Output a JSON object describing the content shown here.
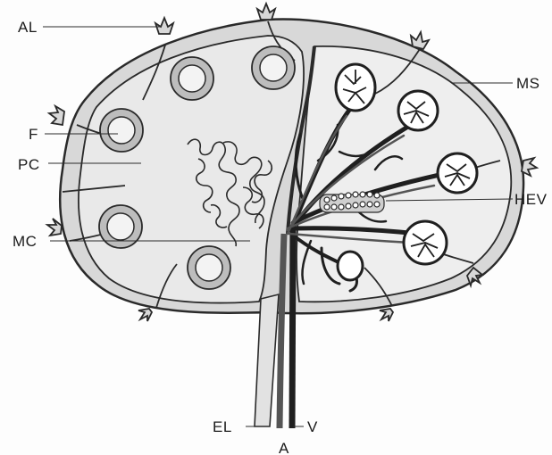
{
  "labels": {
    "al": "AL",
    "f": "F",
    "pc": "PC",
    "mc": "MC",
    "ms": "MS",
    "hev": "HEV",
    "el": "EL",
    "v": "V",
    "a": "A"
  },
  "colors": {
    "outline": "#2a2a2a",
    "capsule_fill": "#d8d8d8",
    "cortex_fill": "#e9e9e9",
    "follicle_ring": "#bdbdbd",
    "artery": "#555555",
    "vein": "#1f1f1f",
    "lymphatic": "#e2e2e2",
    "background": "#fdfdfd"
  }
}
